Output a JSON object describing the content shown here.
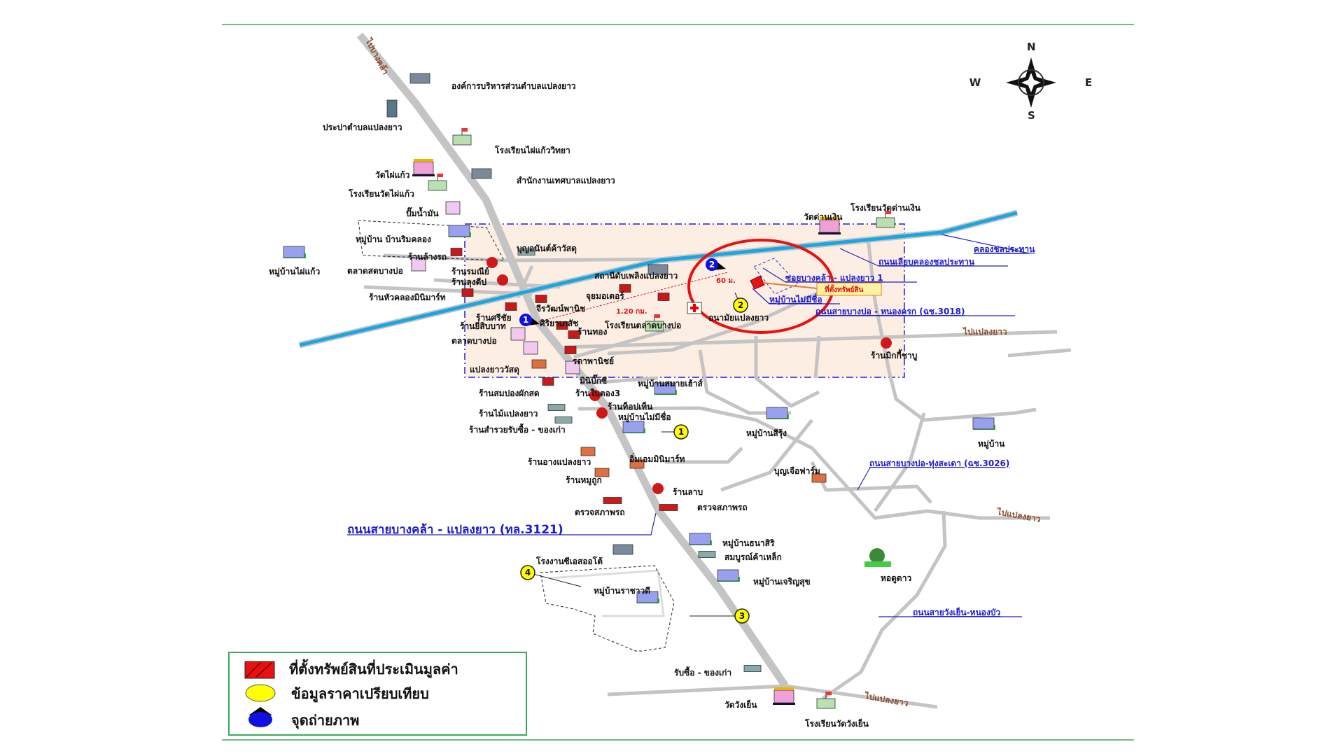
{
  "compass": {
    "n": "N",
    "s": "S",
    "e": "E",
    "w": "W"
  },
  "legend": {
    "property": "ที่ตั้งทรัพย์สินที่ประเมินมูลค่า",
    "comparable": "ข้อมูลราคาเปรียบเทียบ",
    "photo_point": "จุดถ่ายภาพ"
  },
  "markers": {
    "photo": [
      "1",
      "2"
    ],
    "comparable": [
      "1",
      "2",
      "3",
      "4"
    ]
  },
  "property_tag": "ที่ตั้งทรัพย์สิน",
  "labels": {
    "to_bangkhla": "ไปบางคล้า",
    "obt": "องค์การบริหารส่วนตำบลแปลงยาว",
    "water": "ประปาตำบลแปลงยาว",
    "school_phaikaew_wit": "โรงเรียนไผ่แก้ววิทยา",
    "wat_phaikaew": "วัดไผ่แก้ว",
    "municipal": "สำนักงานเทศบาลแปลงยาว",
    "school_wat_phaikaew": "โรงเรียนวัดไผ่แก้ว",
    "gas": "ปั๊มน้ำมัน",
    "v_rimkhlong": "หมู่บ้าน บ้านริมคลอง",
    "carwash": "ร้านล้างรถ",
    "boonanan": "บุญอนันต์ค้าวัสดุ",
    "v_phaikaew": "หมู่บ้านไผ่แก้ว",
    "market_fresh": "ตลาดสดบางบ่อ",
    "rommanee": "ร้านรมณีย์",
    "lungdeep": "ร้านลุงดีป",
    "huakhlong": "ร้านหัวคลองมินิมาร์ท",
    "fire": "สถานีดับเพลิงแปลงยาว",
    "joymotor": "จุยมอเตอร์",
    "jirawat": "จีรวัฒน์พานิช",
    "dist120": "1.20 กม.",
    "srichai": "ร้านศรีชัย",
    "yeesib": "ร้านยี่สิบบาท",
    "siriya": "ศิริยาเภสัช",
    "gold": "ร้านทอง",
    "school_market": "โรงเรียนตลาดบางบ่อ",
    "health": "อนามัยแปลงยาว",
    "market": "ตลาดบางบ่อ",
    "rada": "รดาพานิชย์",
    "plaengyao_mat": "แปลงยาววัสดุ",
    "minibigc": "มินิบิ๊กซี",
    "v_smile": "หมู่บ้านสมายเฮ้าส์",
    "sompong": "ร้านสมปองผักสด",
    "baitong": "ร้านใบตอง3",
    "topten": "ร้านท็อปเท็น",
    "v_noname1": "หมู่บ้านไม่มีชื่อ",
    "wood": "ร้านไม้แปลงยาว",
    "samruay": "ร้านสำรวยรับซื้อ - ของเก่า",
    "v_sirung": "หมู่บ้านสีรุ้ง",
    "v_plain": "หมู่บ้าน",
    "ang": "ร้านอางแปลงยาว",
    "imaim": "อิ่มเอมมินิมาร์ท",
    "boonjuea": "บุญเจือฟาร์ม",
    "rd3026": "ถนนสายบางบ่อ-ทุ่งสะเดา (ฉช.3026)",
    "moothook": "ร้านหมูถูก",
    "laab": "ร้านลาบ",
    "inspect1": "ตรวจสภาพรถ",
    "inspect2": "ตรวจสภาพรถ",
    "to_plaengyao1": "ไปแปลงยาว",
    "rd3121": "ถนนสายบางคล้า - แปลงยาว (ทล.3121)",
    "v_thanasiri": "หมู่บ้านธนาสิริ",
    "somboon": "สมบูรณ์ค้าเหล็ก",
    "csauto": "โรงงานซีเอสออโต้",
    "observatory": "หอดูดาว",
    "v_charoensuk": "หมู่บ้านเจริญสุข",
    "v_rachawadee": "หมู่บ้านราชาวดี",
    "rd_wangyen": "ถนนสายวังเย็น-หนองบัว",
    "recycle": "รับซื้อ - ของเก่า",
    "wat_wangyen": "วัดวังเย็น",
    "school_wangyen": "โรงเรียนวัดวังเย็น",
    "to_plaengyao2": "ไปแปลงยาว",
    "wat_dannern": "วัดด่านเงิน",
    "school_dannern": "โรงเรียนวัดด่านเงิน",
    "canal": "คลองชลประทาน",
    "canal_road": "ถนนเลียบคลองชลประทาน",
    "soi": "ซอยบางคล้า - แปลงยาว 1",
    "v_noname2": "หมู่บ้านไม่มีชื่อ",
    "rd3018": "ถนนสายบางบ่อ - หนองครก (ฉช.3018)",
    "to_plaengyao3": "ไปแปลงยาว",
    "mickey": "ร้านมิกกี้ชาบู",
    "dist60": "60 ม."
  },
  "colors": {
    "road": "#c4c4c4",
    "canal": "#1aa6e0",
    "zone": "#fdeee4",
    "circle": "#e81010",
    "marker_yellow": "#ffff00",
    "marker_blue": "#1010e0",
    "frame": "#3aaa5a"
  }
}
